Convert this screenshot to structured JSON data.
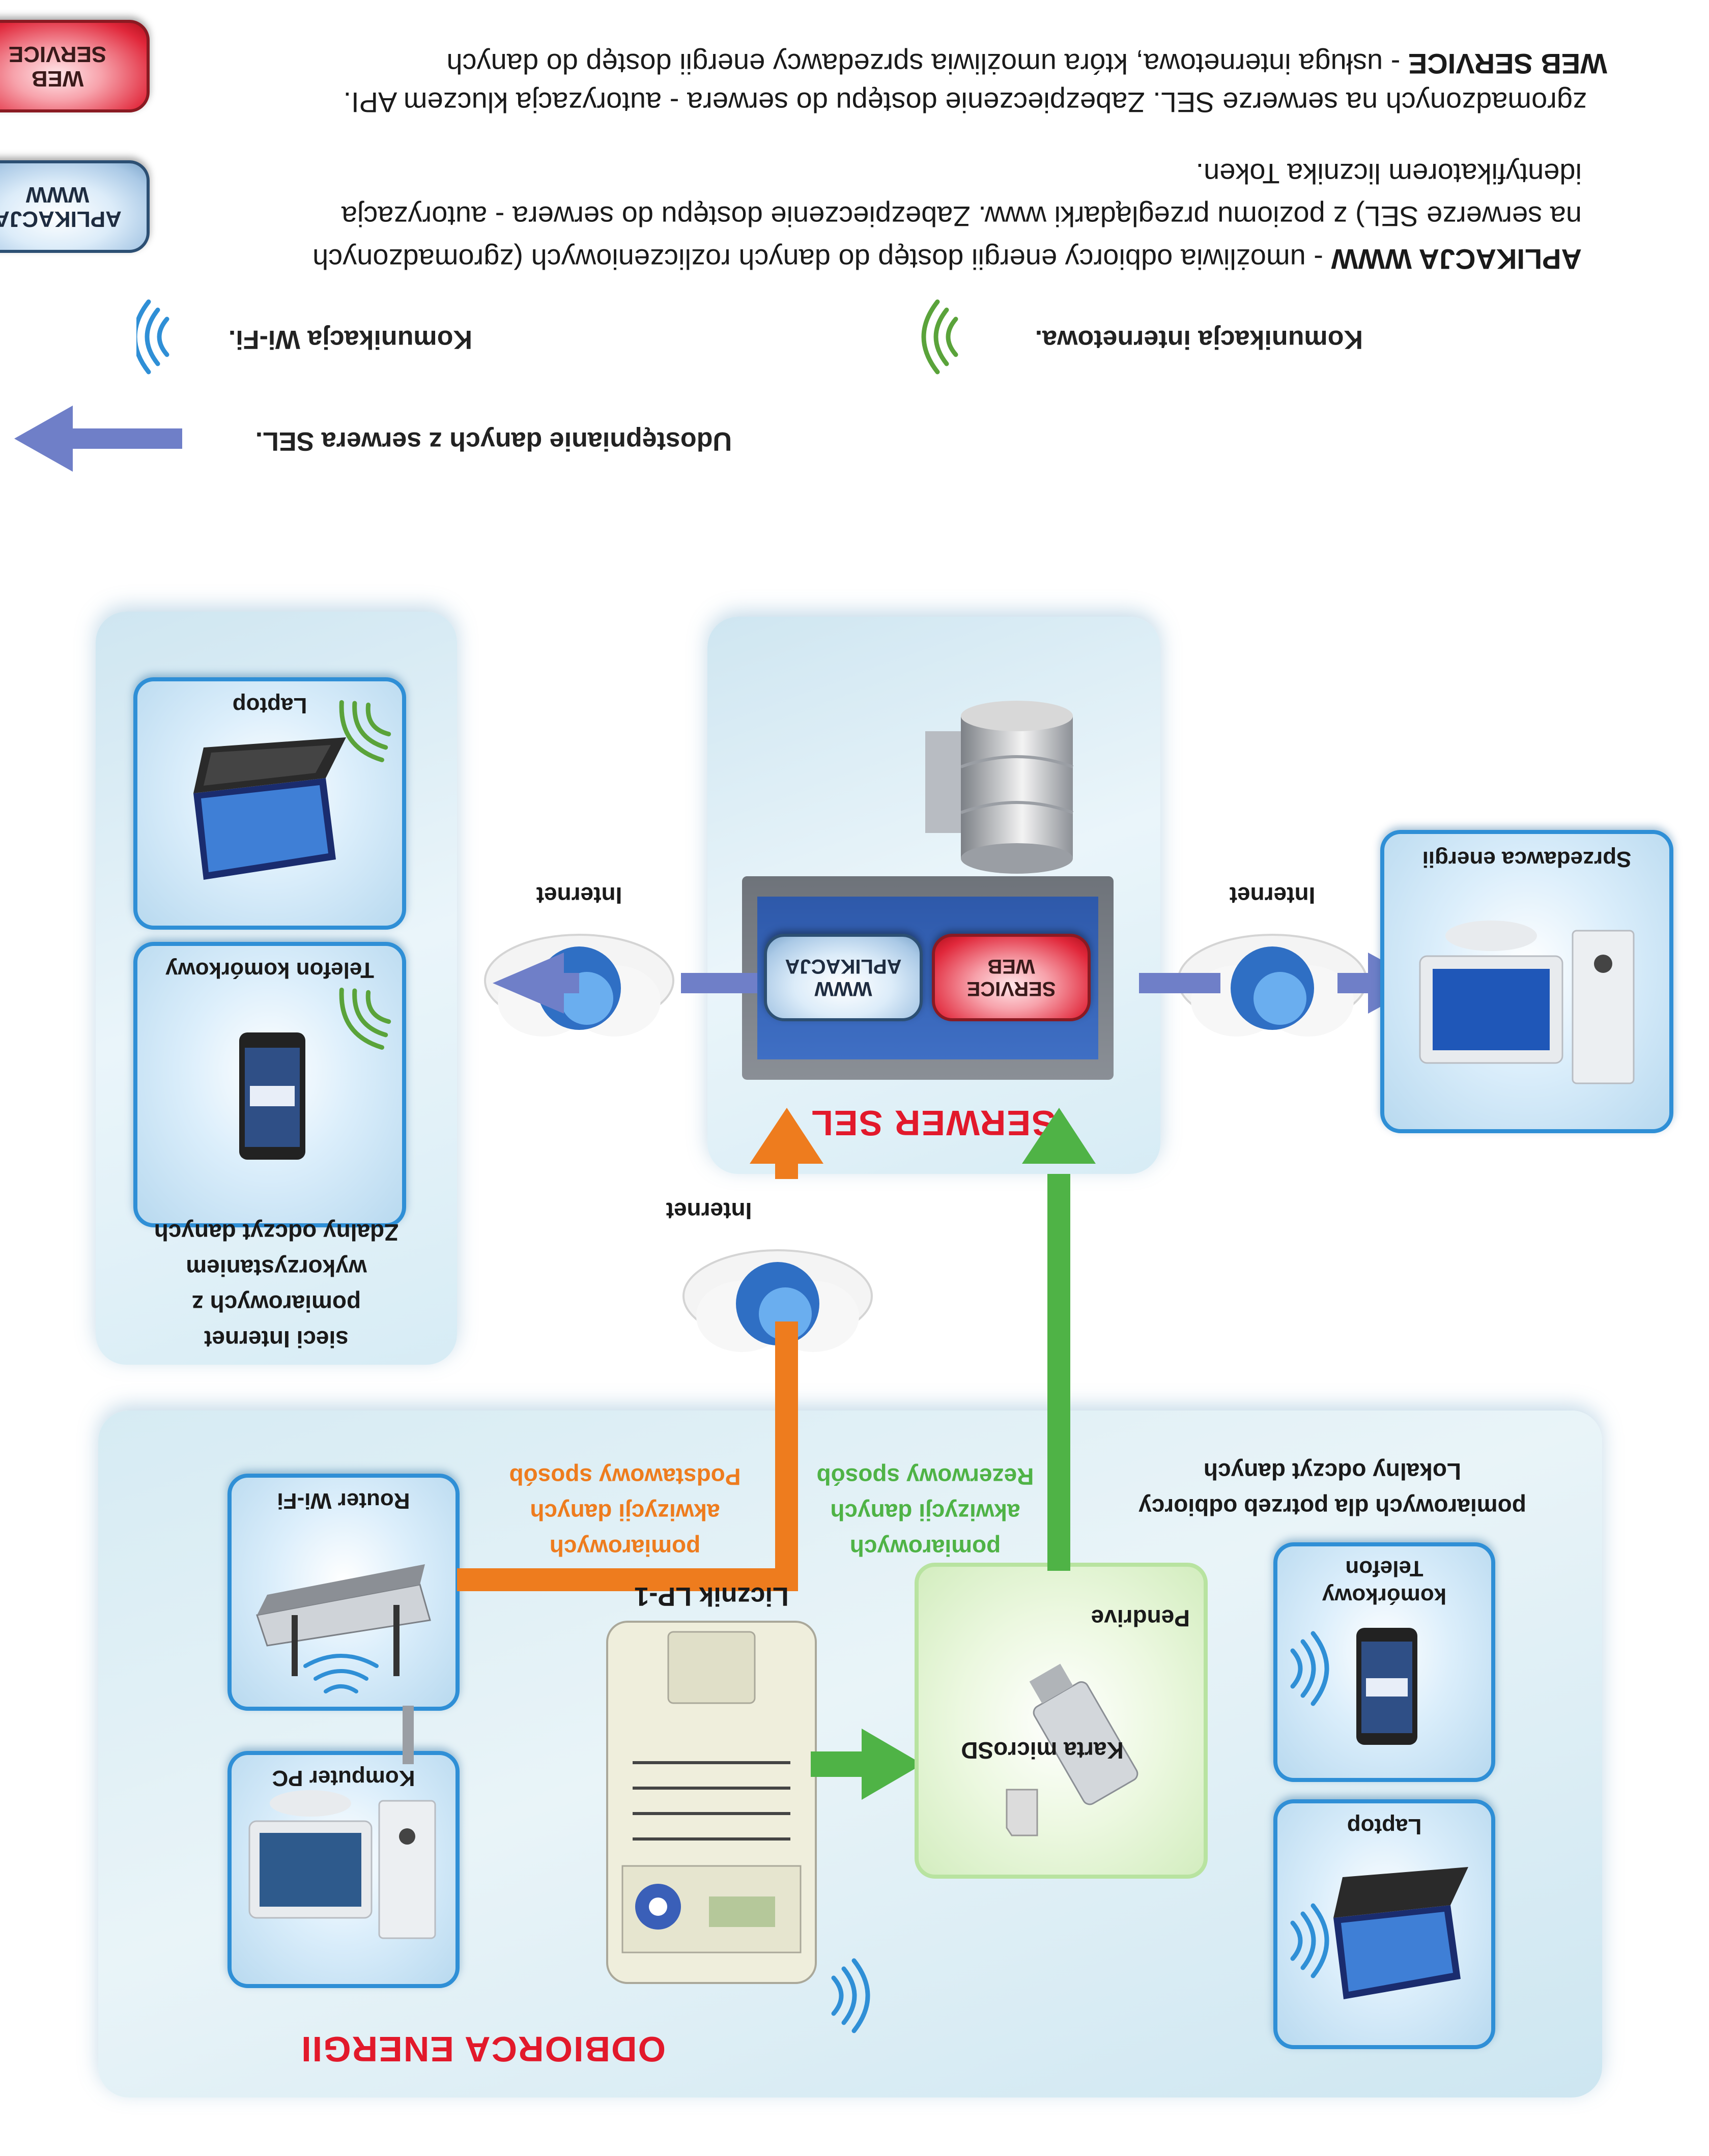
{
  "legend": {
    "web_service": {
      "badge_lines": [
        "WEB",
        "SERVICE"
      ],
      "title": "WEB SERVICE",
      "text_line1": " - usługa internetowa, która umożliwia sprzedawcy energii dostęp do danych",
      "text_line2": "zgromadzonych na serwerze SEL. Zabezpieczenie dostępu do serwera - autoryzacja kluczem API."
    },
    "aplikacja": {
      "badge_lines": [
        "APLIKACJA",
        "WWW"
      ],
      "title": "APLIKACJA WWW",
      "text_line1": " - umożliwia odbiorcy energii dostęp do danych rozliczeniowych (zgromadzonych",
      "text_line2": "na serwerze SEL)  z poziomu przeglądarki www. Zabezpieczenie dostępu do serwera - autoryzacja",
      "text_line3": "identyfikatorem licznika Token."
    },
    "wifi": "Komunikacja Wi-Fi.",
    "internet": "Komunikacja internetowa.",
    "sharing": "Udostępnianie danych z serwera SEL.",
    "colors": {
      "wifi": "#2f8fd6",
      "internet": "#5aa33a",
      "arrow": "#6f7fc8"
    }
  },
  "remote_panel": {
    "laptop_label": "Laptop",
    "phone_label": "Telefon komórkowy",
    "caption": [
      "Zdalny odczyt danych",
      "pomiarowych z wykorzystaniem",
      "sieci Internet"
    ]
  },
  "server": {
    "title": "SERWER SEL",
    "app_badge": [
      "APLIKACJA",
      "WWW"
    ],
    "web_badge": [
      "WEB",
      "SERVICE"
    ]
  },
  "internet_label": "Internet",
  "seller": {
    "label": "Sprzedawca energii"
  },
  "customer": {
    "title": "ODBIORCA ENERGII",
    "router_label": "Router Wi-Fi",
    "pc_label": "Komputer PC",
    "meter_label": "Licznik LP-1",
    "pendrive_label": "Pendrive",
    "microsd_label": "Karta microSD",
    "primary_method": [
      "Podstawowy sposób",
      "akwizycji danych",
      "pomiarowych"
    ],
    "backup_method": [
      "Rezerwowy sposób",
      "akwizycji danych",
      "pomiarowych"
    ],
    "local_read": [
      "Lokalny odczyt danych",
      "pomiarowych dla potrzeb odbiorcy"
    ],
    "local_phone_label": [
      "Telefon",
      "komórkowy"
    ],
    "local_laptop_label": "Laptop",
    "colors": {
      "primary": "#ee7c1e",
      "backup": "#4fb346",
      "title": "#e2192b"
    }
  }
}
